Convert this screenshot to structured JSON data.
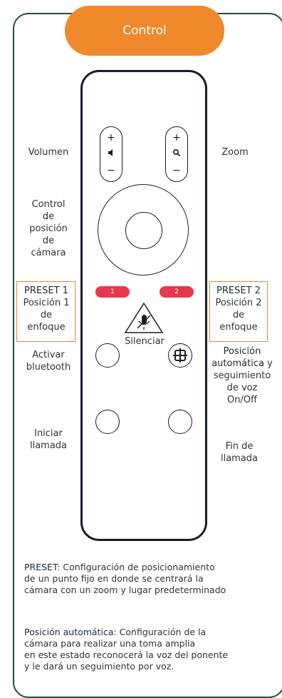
{
  "title": "Control",
  "remote": {
    "volume_symbols": {
      "plus": "+",
      "minus": "−"
    },
    "zoom_symbols": {
      "plus": "+",
      "minus": "−"
    },
    "preset1_button": "1",
    "preset2_button": "2",
    "silence_label": "Silenciar"
  },
  "labels": {
    "volumen": "Volumen",
    "zoom": "Zoom",
    "control_posicion": [
      "Control",
      "de",
      "posición",
      "de",
      "cámara"
    ],
    "preset1": {
      "title": "PRESET 1",
      "lines": [
        "Posición 1",
        "de",
        "enfoque"
      ]
    },
    "preset2": {
      "title": "PRESET 2",
      "lines": [
        "Posición 2",
        "de",
        "enfoque"
      ]
    },
    "activar_bluetooth": [
      "Activar",
      "bluetooth"
    ],
    "posicion_automatica": {
      "bold": "Posición",
      "bold2": "automática",
      "rest": "y",
      "lines": [
        "seguimiento",
        "de voz",
        "On/Off"
      ]
    },
    "iniciar_llamada": [
      "Iniciar",
      "llamada"
    ],
    "fin_llamada": [
      "Fin de",
      "llamada"
    ]
  },
  "notes": {
    "preset_term": "PRESET:",
    "preset_text_1": " Configuración de posicionamiento",
    "preset_text_2": "de un punto fijo en donde se centrará la",
    "preset_text_3": "cámara con un zoom y lugar predeterminado",
    "auto_term": "Posición automática:",
    "auto_text_1": " Configuración de la",
    "auto_text_2": "cámara para realizar una toma amplia",
    "auto_text_3": "en este estado reconocerá la voz del ponente",
    "auto_text_4": "y le dará un seguimiento por voz."
  },
  "colors": {
    "accent": "#f0882c",
    "frame": "#1f4e4a",
    "remote": "#161d2a",
    "preset_button": "#e8384f"
  }
}
